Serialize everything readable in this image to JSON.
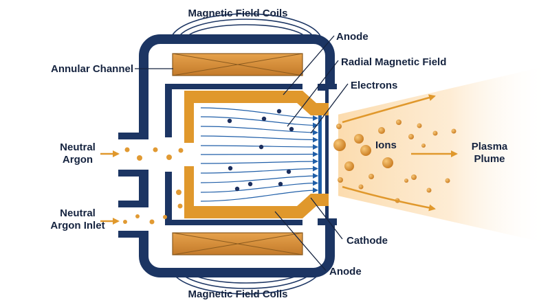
{
  "labels": {
    "coils_top": "Magnetic Field Coils",
    "coils_bottom": "Magnetic Field Coils",
    "anode_top": "Anode",
    "anode_bottom": "Anode",
    "radial_field": "Radial Magnetic Field",
    "electrons": "Electrons",
    "annular_channel": "Annular Channel",
    "neutral_argon_line1": "Neutral",
    "neutral_argon_line2": "Argon",
    "inlet_line1": "Neutral",
    "inlet_line2": "Argon Inlet",
    "ions": "Ions",
    "plume_line1": "Plasma",
    "plume_line2": "Plume",
    "cathode": "Cathode"
  },
  "colors": {
    "body_navy": "#1c3563",
    "anode_orange": "#e0982c",
    "coil_copper": "#d08c3a",
    "field_blue": "#1f5ea8",
    "electron_navy": "#1c2f5e",
    "particle_gold": "#e19a33",
    "plume_tint": "#fde6c6",
    "text": "#15233f"
  }
}
